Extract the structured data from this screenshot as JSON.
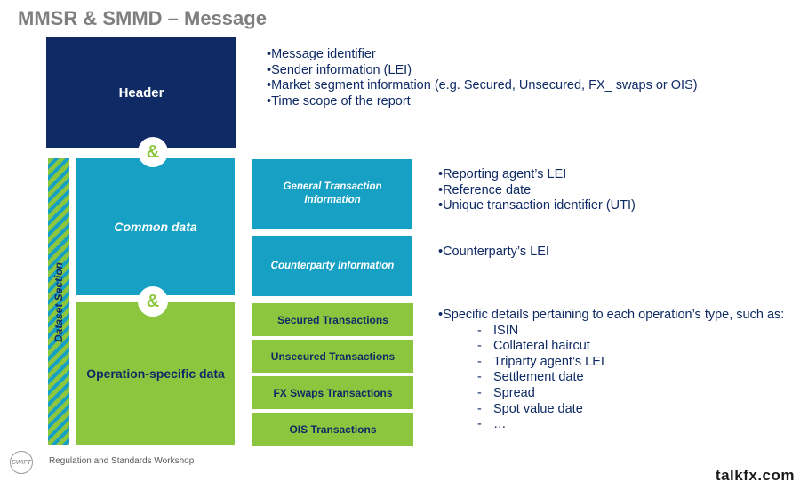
{
  "title": "MMSR & SMMD – Message",
  "ampersand": "&",
  "boxes": {
    "header": "Header",
    "common": "Common data",
    "operation": "Operation-specific data",
    "general": "General Transaction Information",
    "counterparty": "Counterparty Information",
    "secured": "Secured Transactions",
    "unsecured": "Unsecured Transactions",
    "fx": "FX Swaps Transactions",
    "ois": "OIS Transactions",
    "dataset": "Dataset Section"
  },
  "header_list": [
    "Message identifier",
    "Sender information (LEI)",
    "Market segment information (e.g. Secured, Unsecured, FX_ swaps or OIS)",
    "Time scope of the report"
  ],
  "general_list": [
    "Reporting agent’s LEI",
    "Reference date",
    "Unique transaction identifier (UTI)"
  ],
  "counterparty_list": [
    "Counterparty’s LEI"
  ],
  "operation_intro": "Specific details pertaining to each operation’s type, such as:",
  "operation_list": [
    "ISIN",
    "Collateral haircut",
    "Triparty agent’s LEI",
    "Settlement date",
    "Spread",
    "Spot value date",
    "…"
  ],
  "footer": {
    "text": "Regulation and Standards Workshop",
    "logo": "SWIFT"
  },
  "watermark": "talkfx.com",
  "colors": {
    "navy": "#0f2a64",
    "teal": "#16a0c4",
    "green": "#8cc63f"
  }
}
